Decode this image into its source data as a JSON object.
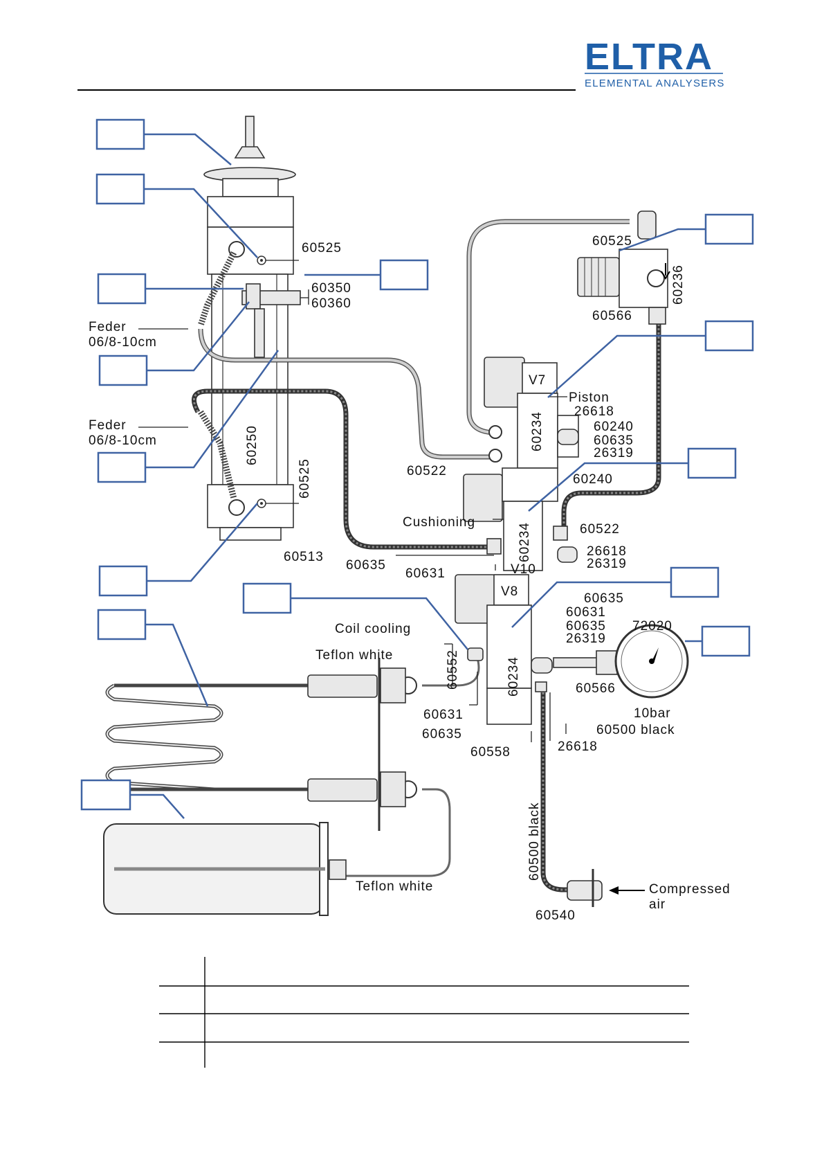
{
  "header": {
    "logo_text": "ELTRA",
    "logo_subtitle": "ELEMENTAL ANALYSERS",
    "brand_color": "#1f5fa8"
  },
  "diagram": {
    "labels": {
      "p60525_top": "60525",
      "p60350": "60350",
      "p60360": "60360",
      "feder1_line1": "Feder",
      "feder1_line2": "06/8-10cm",
      "feder2_line1": "Feder",
      "feder2_line2": "06/8-10cm",
      "p60250": "60250",
      "p60525_low": "60525",
      "p60525_right": "60525",
      "p60236": "60236",
      "p60566_top": "60566",
      "v7": "V7",
      "piston": "Piston",
      "p60234_v7": "60234",
      "p26618_a": "26618",
      "p60240_a": "60240",
      "p60635_a": "60635",
      "p26319_a": "26319",
      "p60522_a": "60522",
      "p60240_b": "60240",
      "cushioning": "Cushioning",
      "p60234_v10": "60234",
      "p60522_b": "60522",
      "p26618_b": "26618",
      "p26319_b": "26319",
      "p60513": "60513",
      "p60635_b": "60635",
      "p60631_a": "60631",
      "v10": "V10",
      "v8": "V8",
      "p60635_c": "60635",
      "p60631_b": "60631",
      "p60635_d": "60635",
      "p72020": "72020",
      "p26319_c": "26319",
      "coil_cooling": "Coil cooling",
      "teflon_white_1": "Teflon white",
      "p60552": "60552",
      "p60234_v8": "60234",
      "p60566_b": "60566",
      "bar10": "10bar",
      "p60631_c": "60631",
      "p60500_black": "60500 black",
      "p60635_e": "60635",
      "p26618_c": "26618",
      "p60558": "60558",
      "p60500_black_v": "60500 black",
      "teflon_white_2": "Teflon white",
      "compressed": "Compressed",
      "air": "air",
      "p60540": "60540"
    },
    "callout_color": "#3f63a3"
  },
  "table": {
    "rows": [
      {
        "num": "",
        "desc": ""
      },
      {
        "num": "",
        "desc": ""
      },
      {
        "num": "",
        "desc": ""
      },
      {
        "num": "",
        "desc": ""
      }
    ]
  }
}
